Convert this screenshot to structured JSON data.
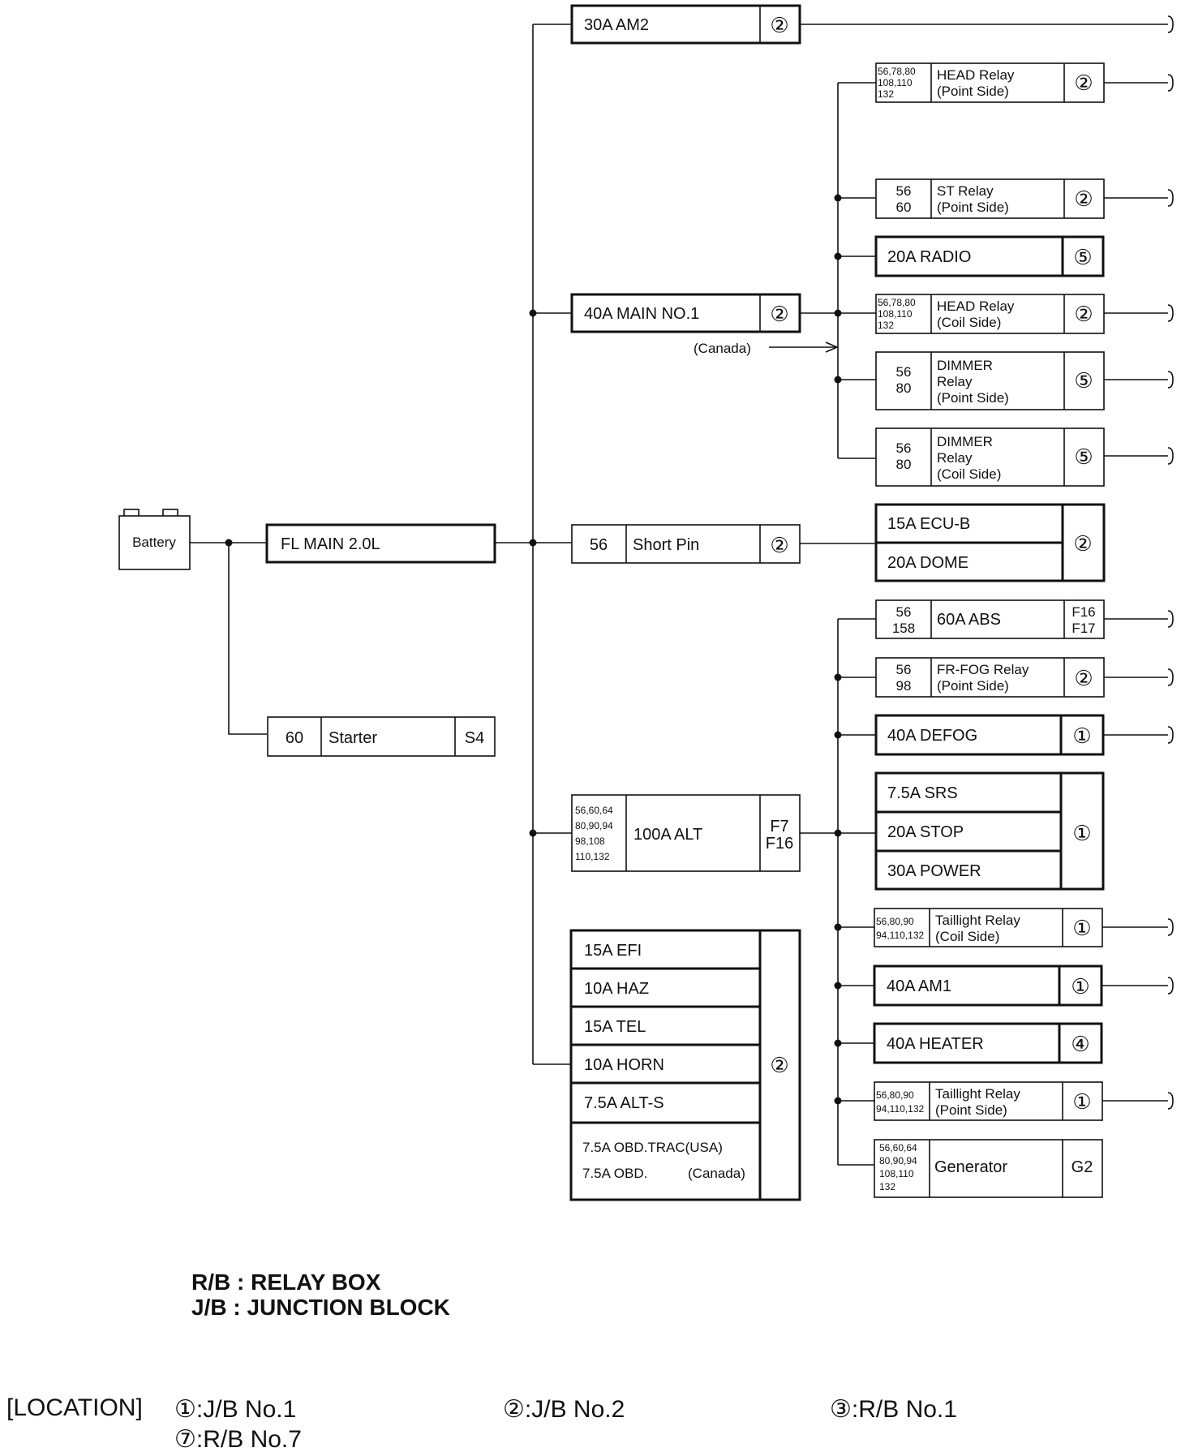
{
  "battery": "Battery",
  "fl_main": "FL MAIN 2.0L",
  "starter": {
    "code": "60",
    "label": "Starter",
    "conn": "S4"
  },
  "am2": {
    "label": "30A AM2",
    "loc": "②"
  },
  "main1": {
    "label": "40A MAIN NO.1",
    "loc": "②",
    "note": "(Canada)"
  },
  "short_pin": {
    "code": "56",
    "label": "Short Pin",
    "loc": "②"
  },
  "alt": {
    "codes": [
      "56,60,64",
      "80,90,94",
      "98,108",
      "110,132"
    ],
    "label": "100A ALT",
    "conn": [
      "F7",
      "F16"
    ]
  },
  "group2_fuses": [
    "15A EFI",
    "10A HAZ",
    "15A TEL",
    "10A HORN",
    "7.5A ALT-S"
  ],
  "group2_obd": [
    "7.5A OBD.TRAC(USA)",
    "7.5A OBD.",
    "(Canada)"
  ],
  "group2_loc": "②",
  "main1_branches": [
    {
      "codes": [
        "56,78,80",
        "108,110",
        "132"
      ],
      "label": [
        "HEAD Relay",
        "(Point Side)"
      ],
      "loc": "②"
    },
    {
      "codes": [
        "56",
        "60"
      ],
      "label": [
        "ST Relay",
        "(Point Side)"
      ],
      "loc": "②"
    },
    {
      "label": [
        "20A RADIO"
      ],
      "loc": "⑤"
    },
    {
      "codes": [
        "56,78,80",
        "108,110",
        "132"
      ],
      "label": [
        "HEAD Relay",
        "(Coil Side)"
      ],
      "loc": "②"
    },
    {
      "codes": [
        "56",
        "80"
      ],
      "label": [
        "DIMMER",
        "Relay",
        "(Point Side)"
      ],
      "loc": "⑤"
    },
    {
      "codes": [
        "56",
        "80"
      ],
      "label": [
        "DIMMER",
        "Relay",
        "(Coil Side)"
      ],
      "loc": "⑤"
    }
  ],
  "short_pin_group": {
    "fuses": [
      "15A ECU-B",
      "20A DOME"
    ],
    "loc": "②"
  },
  "alt_branches": [
    {
      "codes": [
        "56",
        "158"
      ],
      "label": [
        "60A ABS"
      ],
      "loc": [
        "F16",
        "F17"
      ]
    },
    {
      "codes": [
        "56",
        "98"
      ],
      "label": [
        "FR-FOG Relay",
        "(Point Side)"
      ],
      "loc": "②"
    },
    {
      "label": [
        "40A DEFOG"
      ],
      "loc": "①"
    },
    {
      "fuses": [
        "7.5A SRS",
        "20A STOP",
        "30A POWER"
      ],
      "loc": "①"
    },
    {
      "codes": [
        "56,80,90",
        "94,110,132"
      ],
      "label": [
        "Taillight Relay",
        "(Coil Side)"
      ],
      "loc": "①"
    },
    {
      "label": [
        "40A AM1"
      ],
      "loc": "①"
    },
    {
      "label": [
        "40A HEATER"
      ],
      "loc": "④"
    },
    {
      "codes": [
        "56,80,90",
        "94,110,132"
      ],
      "label": [
        "Taillight Relay",
        "(Point Side)"
      ],
      "loc": "①"
    },
    {
      "codes": [
        "56,60,64",
        "80,90,94",
        "108,110",
        "132"
      ],
      "label": [
        "Generator"
      ],
      "loc": "G2"
    }
  ],
  "legend": [
    "R/B : RELAY BOX",
    "J/B : JUNCTION BLOCK"
  ],
  "location": {
    "title": "[LOCATION]",
    "items": [
      "①:J/B No.1",
      "②:J/B No.2",
      "③:R/B No.1",
      "⑦:R/B No.7"
    ]
  }
}
